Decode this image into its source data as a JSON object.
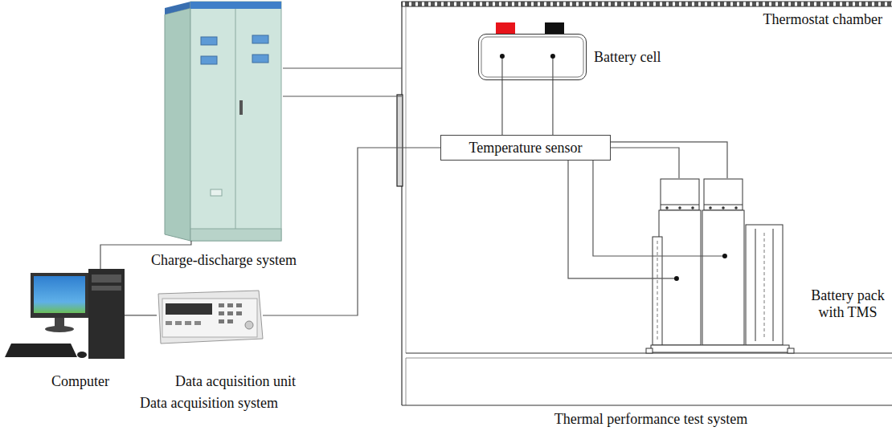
{
  "diagram": {
    "nodes": [
      {
        "text": [
          "Thermostat chamber"
        ]
      },
      {
        "text": [
          "Battery cell"
        ],
        "in": 0
      },
      {
        "text": [
          "Temperature sensor"
        ],
        "in": 0
      },
      {
        "text": [
          "Battery pack with TMS"
        ],
        "in": 0
      },
      {
        "text": [
          "Charge-discharge system"
        ]
      },
      {
        "text": [
          "Computer"
        ]
      },
      {
        "text": [
          "Data acquisition unit"
        ]
      }
    ],
    "edges": [
      {
        "from": 4,
        "to": 0,
        "arrow": "none"
      },
      {
        "from": 4,
        "to": 0,
        "arrow": "none"
      },
      {
        "from": 5,
        "to": 4,
        "arrow": "none"
      },
      {
        "from": 5,
        "to": 6,
        "arrow": "none"
      },
      {
        "from": 6,
        "to": 2,
        "arrow": "none"
      },
      {
        "from": 2,
        "to": 1,
        "arrow": "none"
      },
      {
        "from": 2,
        "to": 1,
        "arrow": "none"
      },
      {
        "from": 2,
        "to": 3,
        "arrow": "none"
      },
      {
        "from": 2,
        "to": 3,
        "arrow": "none"
      },
      {
        "from": 2,
        "to": 3,
        "arrow": "none"
      },
      {
        "from": 2,
        "to": 3,
        "arrow": "none"
      }
    ],
    "labels": [
      "Data acquisition system",
      "Thermal performance test system"
    ]
  }
}
